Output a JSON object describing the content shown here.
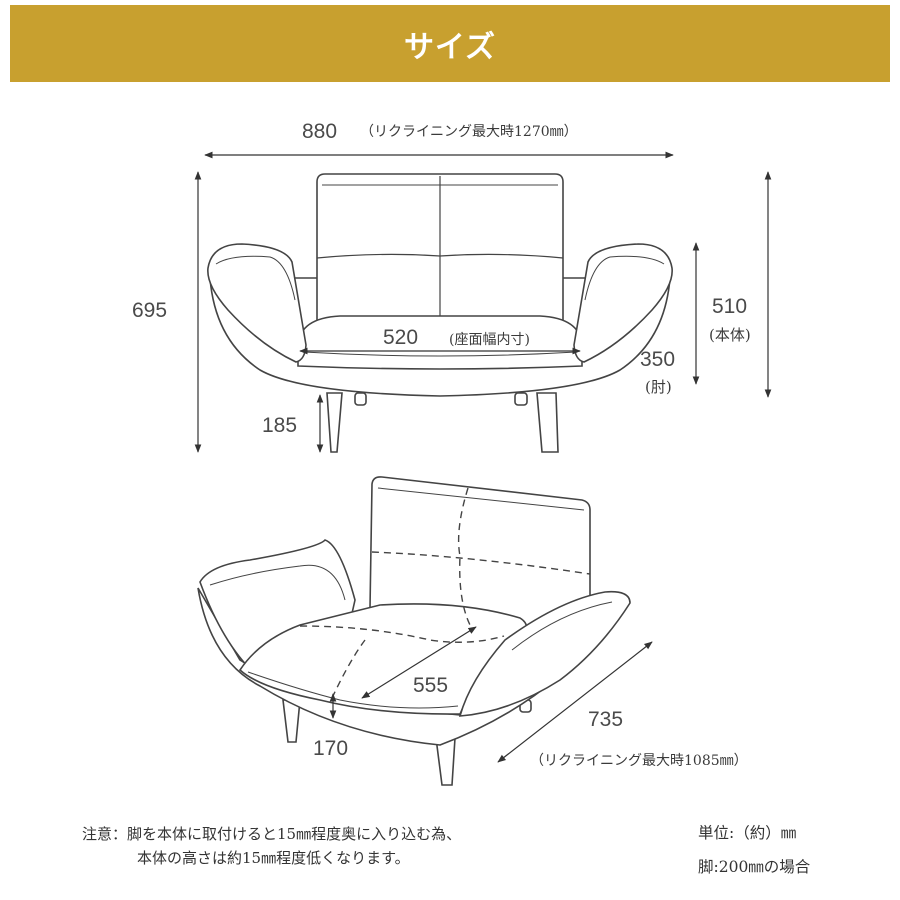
{
  "header": {
    "title": "サイズ"
  },
  "front_view": {
    "width": "880",
    "width_note": "（リクライニング最大時1270㎜）",
    "total_height": "695",
    "seat_width": "520",
    "seat_width_note": "(座面幅内寸)",
    "body_height": "510",
    "body_height_note": "(本体)",
    "arm_height": "350",
    "arm_height_note": "(肘)",
    "seat_height": "185"
  },
  "angled_view": {
    "seat_depth": "555",
    "depth": "735",
    "depth_note": "（リクライニング最大時1085㎜）",
    "leg_height": "170"
  },
  "notes": {
    "line1": "注意：脚を本体に取付けると15㎜程度奥に入り込む為、",
    "line2": "本体の高さは約15㎜程度低くなります。"
  },
  "units": {
    "unit": "単位:（約）㎜",
    "leg": "脚:200㎜の場合"
  }
}
